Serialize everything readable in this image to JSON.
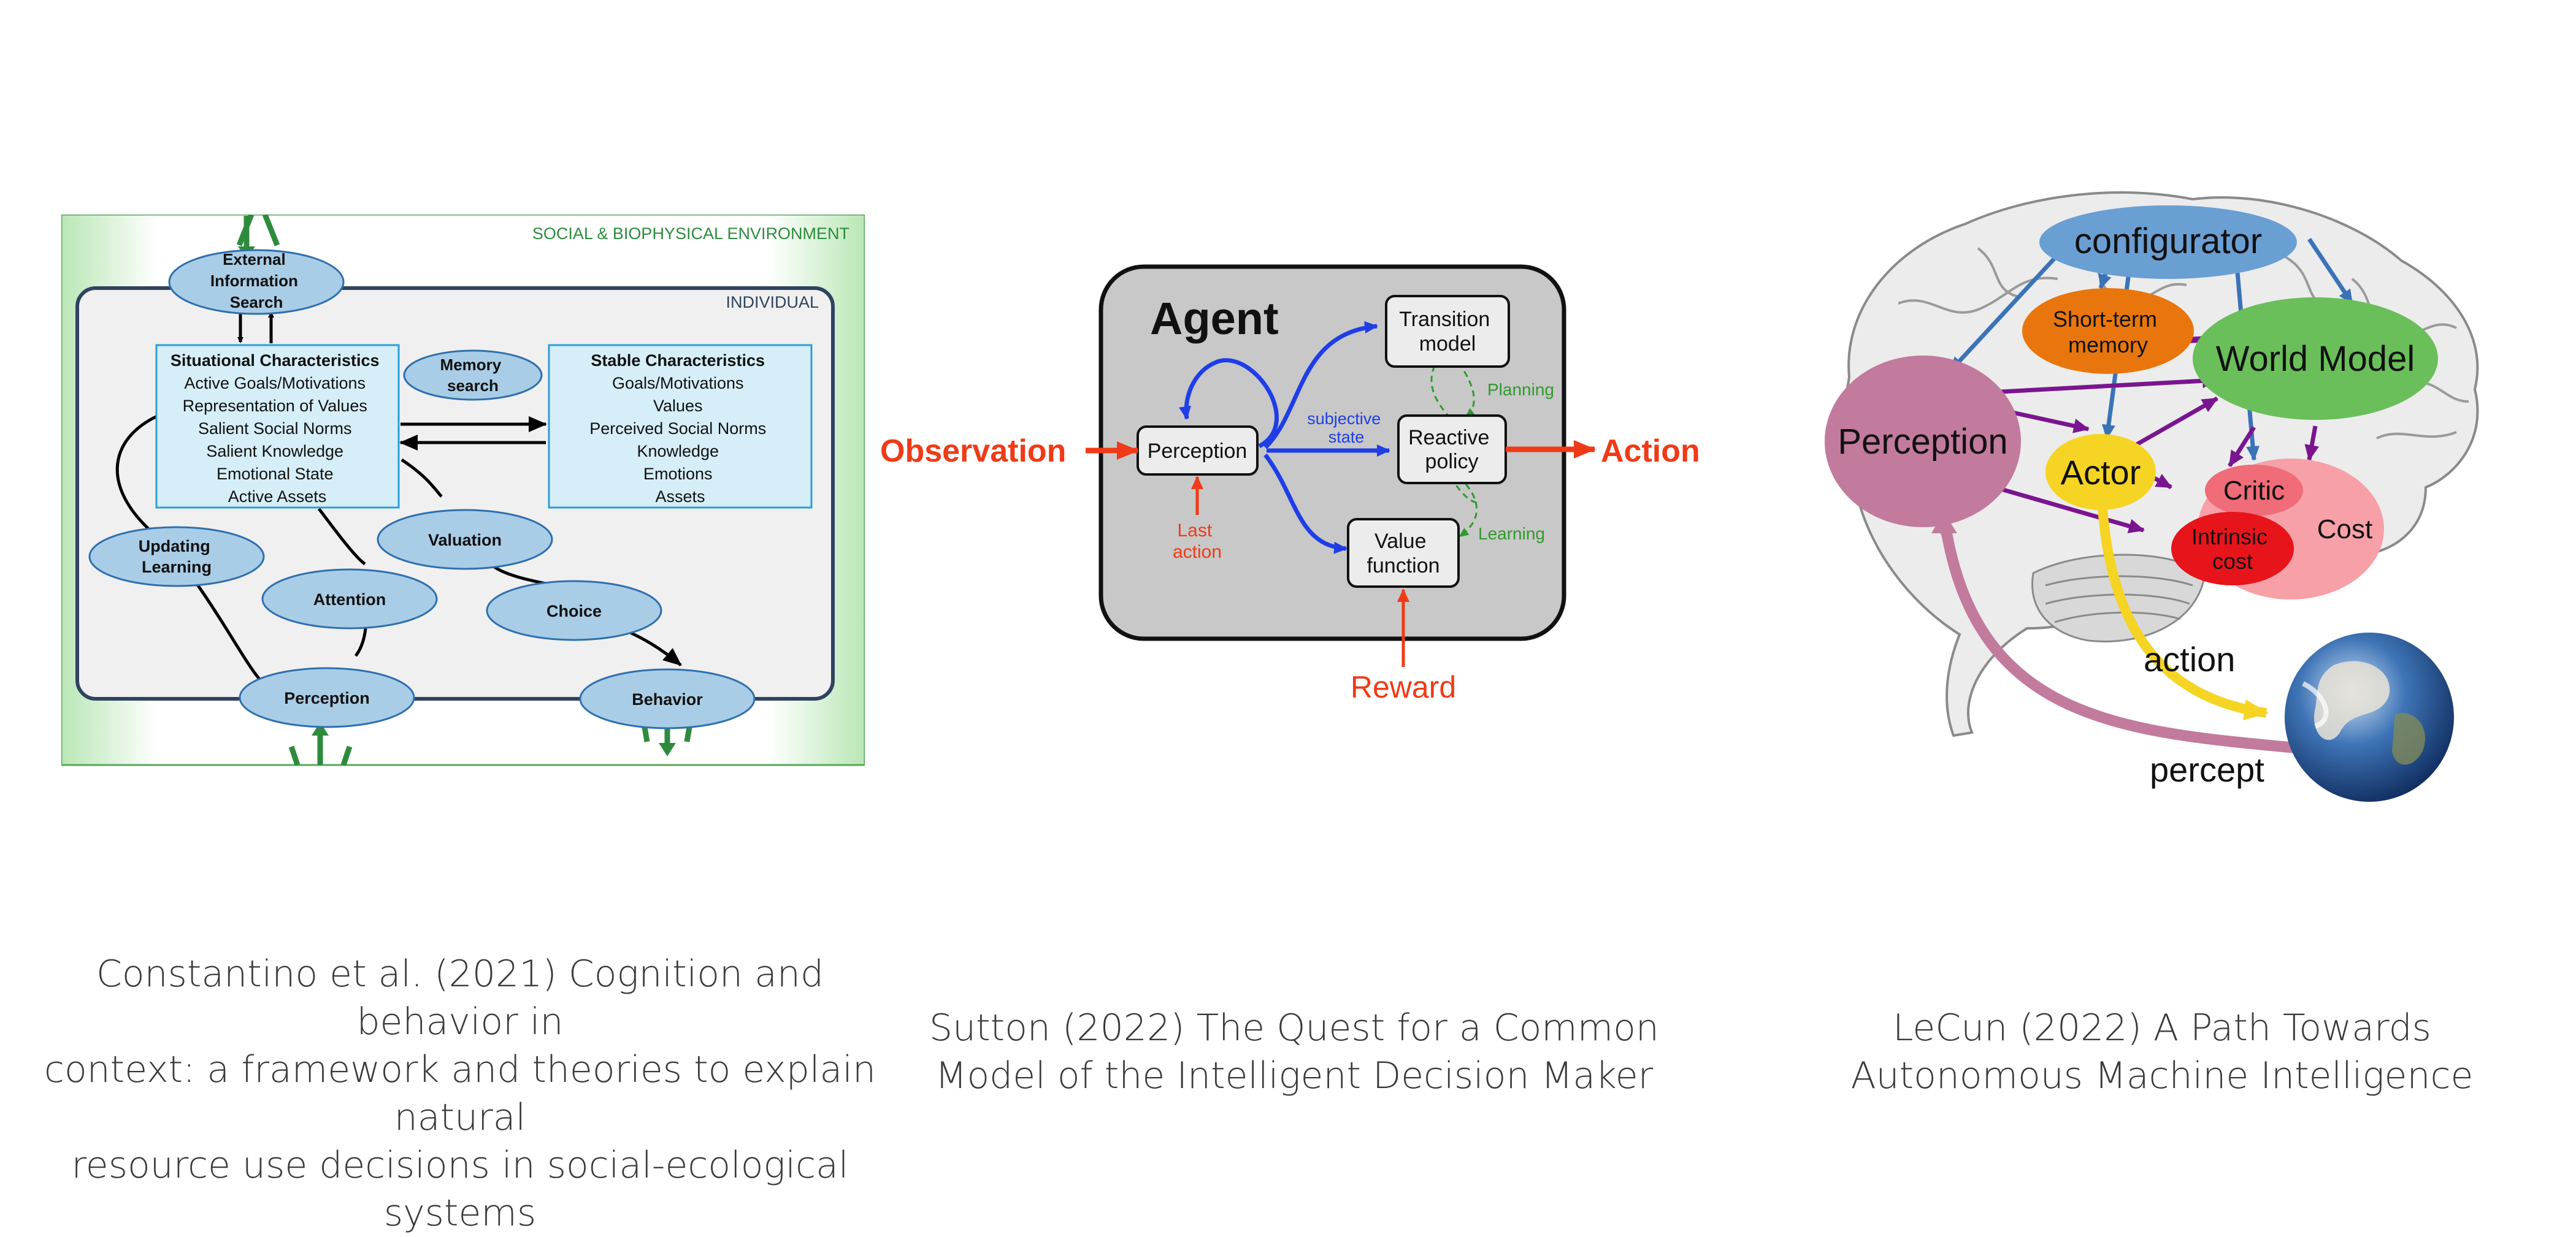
{
  "panel1": {
    "environment_label": "SOCIAL & BIOPHYSICAL ENVIRONMENT",
    "individual_label": "INDIVIDUAL",
    "external_search": [
      "External",
      "Information",
      "Search"
    ],
    "situational_title": "Situational Characteristics",
    "situational_items": [
      "Active Goals/Motivations",
      "Representation of Values",
      "Salient Social Norms",
      "Salient Knowledge",
      "Emotional State",
      "Active Assets"
    ],
    "memory_search": [
      "Memory",
      "search"
    ],
    "stable_title": "Stable Characteristics",
    "stable_items": [
      "Goals/Motivations",
      "Values",
      "Perceived Social Norms",
      "Knowledge",
      "Emotions",
      "Assets"
    ],
    "updating_learning": [
      "Updating",
      "Learning"
    ],
    "valuation": "Valuation",
    "attention": "Attention",
    "choice": "Choice",
    "perception": "Perception",
    "behavior": "Behavior",
    "colors": {
      "env_green": "#2e8b3e",
      "ellipse_fill": "#a9cde6",
      "box_fill": "#d6eef7",
      "box_border": "#2a9fd6"
    }
  },
  "panel2": {
    "agent": "Agent",
    "observation": "Observation",
    "action": "Action",
    "perception": "Perception",
    "transition_model": [
      "Transition",
      "model"
    ],
    "reactive_policy": [
      "Reactive",
      "policy"
    ],
    "value_function": [
      "Value",
      "function"
    ],
    "subjective_state": [
      "subjective",
      "state"
    ],
    "planning": "Planning",
    "learning": "Learning",
    "last_action": [
      "Last",
      "action"
    ],
    "reward": "Reward",
    "colors": {
      "red": "#f03a17",
      "blue": "#1f3ee8",
      "green": "#2f9a2f",
      "agent_bg": "#c8c8c8"
    }
  },
  "panel3": {
    "configurator": "configurator",
    "short_term_memory": [
      "Short-term",
      "memory"
    ],
    "world_model": "World Model",
    "perception": "Perception",
    "actor": "Actor",
    "critic": "Critic",
    "intrinsic_cost": [
      "Intrinsic",
      "cost"
    ],
    "cost": "Cost",
    "action": "action",
    "percept": "percept",
    "colors": {
      "configurator": "#6a9fd4",
      "memory": "#e8760c",
      "world_model": "#6abf5a",
      "perception": "#c27a9d",
      "actor": "#f5d424",
      "cost": "#f7a0a8",
      "critic": "#ef6c78",
      "intrinsic": "#e8141c"
    }
  },
  "captions": {
    "constantino": [
      "Constantino et al. (2021) Cognition and behavior in",
      "context: a framework and theories to explain natural",
      "resource use decisions in social-ecological systems"
    ],
    "sutton": [
      "Sutton (2022) The Quest for a Common",
      "Model of the Intelligent Decision Maker"
    ],
    "lecun": [
      "LeCun (2022) A Path Towards",
      "Autonomous Machine Intelligence"
    ]
  }
}
